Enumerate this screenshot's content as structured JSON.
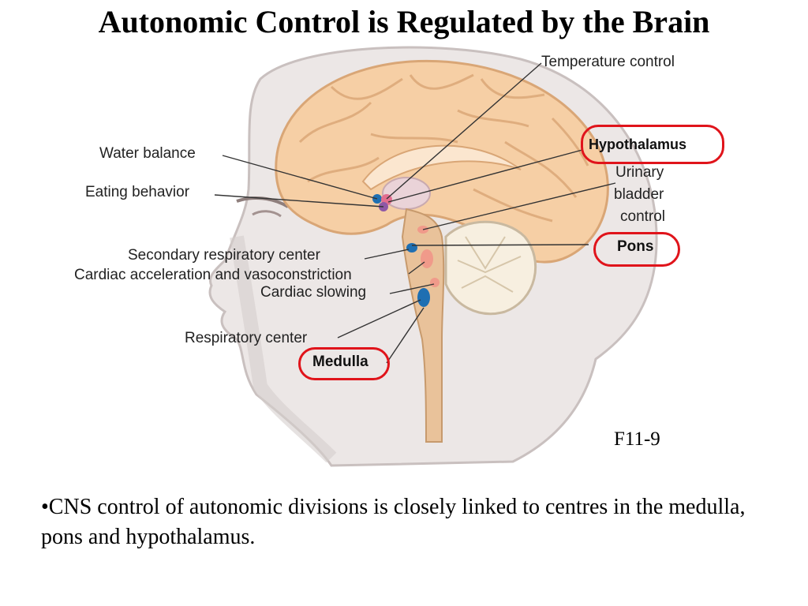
{
  "slide": {
    "title": "Autonomic Control is Regulated by the Brain",
    "figure_id": "F11-9",
    "body_text": "•CNS control of autonomic divisions is closely linked to centres in the medulla, pons and hypothalamus."
  },
  "diagram": {
    "labels": {
      "temperature_control": "Temperature control",
      "hypothalamus": "Hypothalamus",
      "urinary_line1": "Urinary",
      "urinary_line2": "bladder",
      "urinary_line3": "control",
      "pons": "Pons",
      "water_balance": "Water balance",
      "eating_behavior": "Eating behavior",
      "secondary_respiratory_center": "Secondary respiratory center",
      "cardiac_acceleration": "Cardiac acceleration and vasoconstriction",
      "cardiac_slowing": "Cardiac slowing",
      "respiratory_center": "Respiratory center",
      "medulla": "Medulla"
    },
    "colors": {
      "skin": "#ece7e6",
      "skin_shadow": "#c9c0bf",
      "cerebrum": "#f6cfa5",
      "cerebrum_outline": "#d9a676",
      "brainstem": "#e9c29a",
      "cerebellum": "#f7efe0",
      "highlight_circle": "#e0141b",
      "center_blue": "#1f6fb2",
      "center_pink": "#f09a8a"
    }
  }
}
